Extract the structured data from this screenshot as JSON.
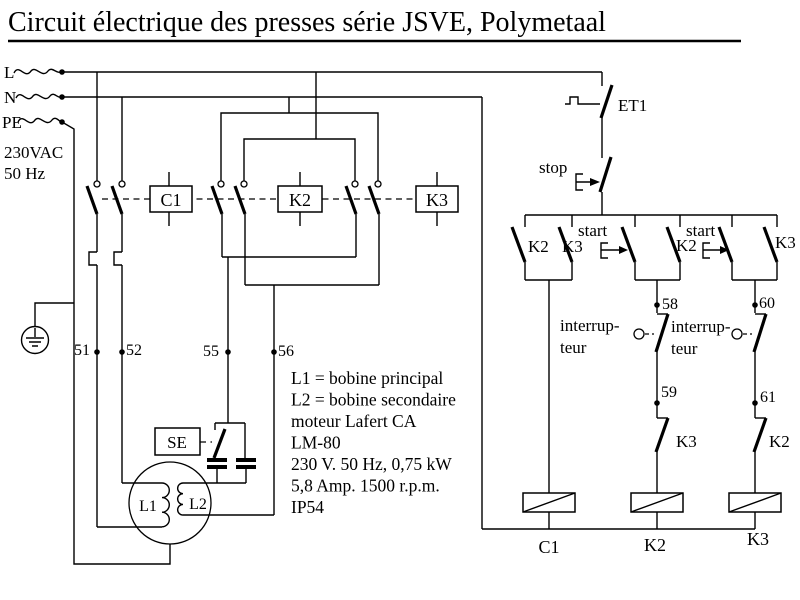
{
  "title": "Circuit électrique des presses série JSVE, Polymetaal",
  "supply": {
    "l_label": "L",
    "n_label": "N",
    "pe_label": "PE",
    "voltage": "230VAC",
    "frequency": "50 Hz"
  },
  "main_circuit": {
    "contactor_c1_label": "C1",
    "contactor_k2_label": "K2",
    "contactor_k3_label": "K3",
    "terminal_51": "51",
    "terminal_52": "52",
    "terminal_55": "55",
    "terminal_56": "56",
    "se_label": "SE",
    "motor_l1_label": "L1",
    "motor_l2_label": "L2"
  },
  "control_circuit": {
    "et1_label": "ET1",
    "stop_label": "stop",
    "branch1_k2_label": "K2",
    "branch1_k3_label": "K3",
    "start1_label": "start",
    "branch2_k2_label": "K2",
    "start2_label": "start",
    "branch3_k3_label": "K3",
    "terminal_58": "58",
    "terminal_59": "59",
    "terminal_60": "60",
    "terminal_61": "61",
    "interrupteur1_line1": "interrup-",
    "interrupteur1_line2": "teur",
    "interrupteur2_line1": "interrup-",
    "interrupteur2_line2": "teur",
    "nc_k3_label": "K3",
    "nc_k2_label": "K2",
    "coil_c1_label": "C1",
    "coil_k2_label": "K2",
    "coil_k3_label": "K3"
  },
  "spec_note": {
    "lines": [
      "L1 = bobine principal",
      "L2 = bobine secondaire",
      "moteur Lafert CA",
      "LM-80",
      "230 V. 50 Hz, 0,75 kW",
      "5,8 Amp. 1500 r.p.m.",
      "IP54"
    ]
  },
  "colors": {
    "ink": "#000000",
    "background": "#ffffff"
  }
}
